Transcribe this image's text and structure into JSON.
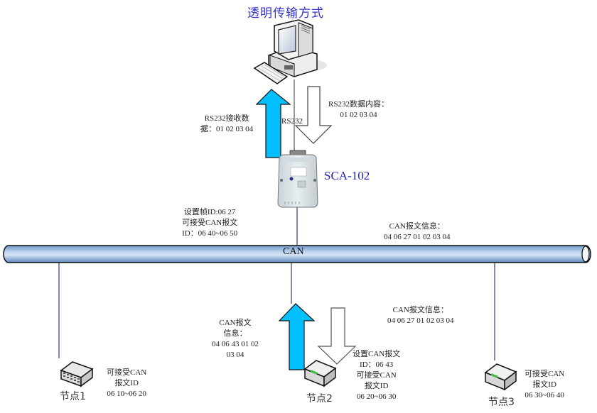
{
  "title": "透明传输方式",
  "computer": {
    "icon": "desktop-computer-icon"
  },
  "rs232": {
    "link_label": "RS232",
    "received_label": [
      "RS232接收数",
      "据：01 02 03 04"
    ],
    "content_label": [
      "RS232数据内容：",
      "01 02 03 04"
    ]
  },
  "converter": {
    "name": "SCA-102",
    "icon": "converter-device-icon",
    "config_label": [
      "设置帧ID:06 27",
      "可接受CAN报文",
      "ID：06 40~06 50"
    ]
  },
  "bus": {
    "label": "CAN",
    "message_top": [
      "CAN报文信息：",
      "04 06 27 01 02 03 04"
    ]
  },
  "node2_flow": {
    "up_label": [
      "CAN报文",
      "信息：",
      "04 06 43 01 02",
      "03 04"
    ],
    "down_label": [
      "CAN报文信息：",
      "04 06 27 01 02 03 04"
    ]
  },
  "nodes": [
    {
      "name": "节点1",
      "icon": "switch-icon",
      "info": [
        "可接受CAN",
        "报文ID",
        "06 10~06 20"
      ]
    },
    {
      "name": "节点2",
      "icon": "router-icon",
      "info": [
        "设置CAN报文",
        "ID：06 43",
        "可接受CAN",
        "报文ID",
        "06 20~06 30"
      ]
    },
    {
      "name": "节点3",
      "icon": "router-icon",
      "info": [
        "可接受CAN",
        "报文ID",
        "06 30~06 40"
      ]
    }
  ],
  "colors": {
    "title": "#3333cc",
    "device_name": "#2222bb",
    "up_arrow": "#00bfff",
    "bus_fill": "#9dbfe3",
    "connector_line": "#3a3a7a"
  }
}
